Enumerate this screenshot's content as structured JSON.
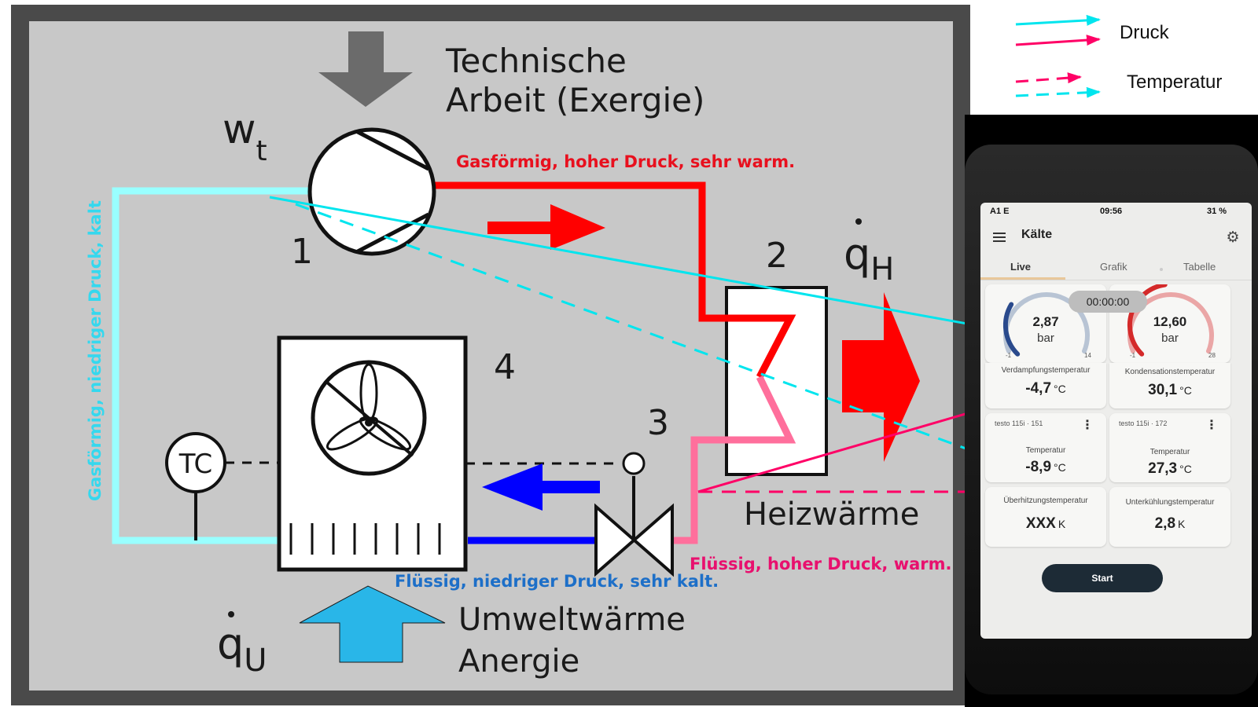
{
  "diagram": {
    "title_line1": "Technische",
    "title_line2": "Arbeit (Exergie)",
    "work_symbol": "w",
    "work_subscript": "t",
    "qh_symbol": "q",
    "qh_subscript": "H",
    "qu_symbol": "q",
    "qu_subscript": "U",
    "num1": "1",
    "num2": "2",
    "num3": "3",
    "num4": "4",
    "tc_label": "TC",
    "heat_label": "Heizwärme",
    "env_line1": "Umweltwärme",
    "env_line2": "Anergie",
    "annot_hot_gas": "Gasförmig, hoher Druck, sehr warm.",
    "annot_cold_gas": "Gasförmig, niedriger Druck, kalt",
    "annot_warm_liquid": "Flüssig, hoher Druck, warm.",
    "annot_cold_liquid": "Flüssig, niedriger Druck, sehr kalt.",
    "colors": {
      "hot_gas": "#ff0000",
      "warm_liquid": "#ff6f9c",
      "cold_liquid": "#0000ff",
      "cold_gas": "#99ffff",
      "cyan_arrow": "#00e5ee",
      "magenta_arrow": "#ff0066",
      "panel": "#c8c8c8",
      "annot_red": "#e8101e",
      "annot_blue": "#1d6fc8",
      "annot_pink": "#e8106e",
      "annot_cyan": "#35d8ee"
    }
  },
  "legend": {
    "pressure_label": "Druck",
    "temperature_label": "Temperatur"
  },
  "phone": {
    "status": {
      "carrier": "A1  E",
      "time": "09:56",
      "battery": "31 %"
    },
    "app_title": "Kälte",
    "tabs": [
      "Live",
      "Grafik",
      "Tabelle"
    ],
    "timer": "00:00:00",
    "gauge_low": {
      "value": "2,87",
      "unit": "bar",
      "min": "-1",
      "max": "14",
      "fraction": 0.28
    },
    "gauge_high": {
      "value": "12,60",
      "unit": "bar",
      "min": "-1",
      "max": "28",
      "fraction": 0.47
    },
    "evap_label": "Verdampfungstemperatur",
    "evap_value": "-4,7",
    "evap_unit": "°C",
    "cond_label": "Kondensationstemperatur",
    "cond_value": "30,1",
    "cond_unit": "°C",
    "sensor1_name": "testo 115i · 151",
    "sensor1_label": "Temperatur",
    "sensor1_value": "-8,9",
    "sensor1_unit": "°C",
    "sensor2_name": "testo 115i · 172",
    "sensor2_label": "Temperatur",
    "sensor2_value": "27,3",
    "sensor2_unit": "°C",
    "superheat_label": "Überhitzungstemperatur",
    "superheat_value": "XXX",
    "superheat_unit": "K",
    "subcool_label": "Unterkühlungstemperatur",
    "subcool_value": "2,8",
    "subcool_unit": "K",
    "start_label": "Start"
  }
}
